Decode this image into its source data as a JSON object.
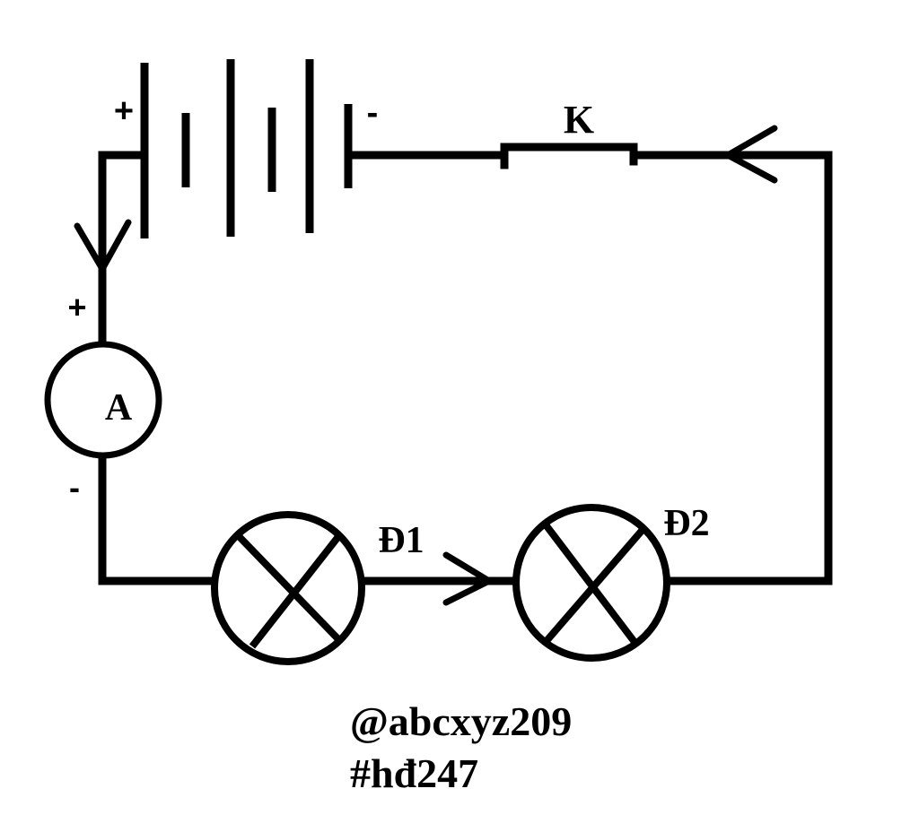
{
  "labels": {
    "battery_plus": "+",
    "battery_minus": "-",
    "switch": "K",
    "ammeter": "A",
    "ammeter_plus": "+",
    "ammeter_minus": "-",
    "lamp1": "Đ1",
    "lamp2": "Đ2"
  },
  "watermark": {
    "line1": "@abcxyz209",
    "line2": "#hđ247"
  }
}
